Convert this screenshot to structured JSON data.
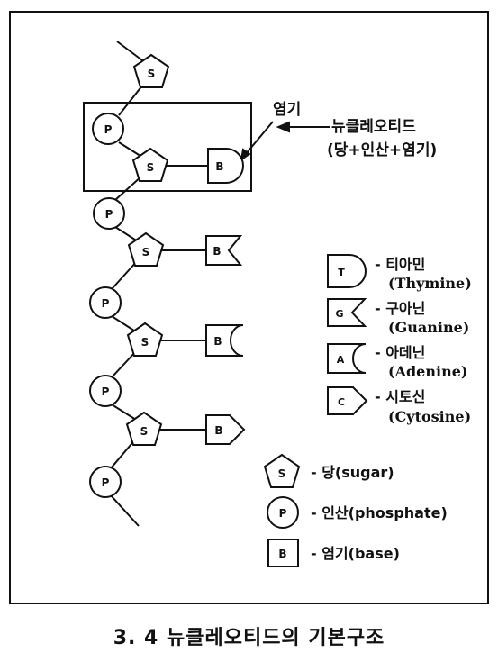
{
  "labels": {
    "sugar": "S",
    "phosphate": "P",
    "base": "B",
    "thymine_letter": "T",
    "guanine_letter": "G",
    "adenine_letter": "A",
    "cytosine_letter": "C"
  },
  "annotations": {
    "base_callout": "염기",
    "nucleotide_title": "뉴클레오티드",
    "nucleotide_formula": "(당+인산+염기)"
  },
  "legend_bases": [
    {
      "kor": "- 티아민",
      "eng": "(Thymine)"
    },
    {
      "kor": "- 구아닌",
      "eng": "(Guanine)"
    },
    {
      "kor": "- 아데닌",
      "eng": "(Adenine)"
    },
    {
      "kor": "- 시토신",
      "eng": "(Cytosine)"
    }
  ],
  "legend_components": [
    {
      "text": "- 당(sugar)"
    },
    {
      "text": "- 인산(phosphate)"
    },
    {
      "text": "- 염기(base)"
    }
  ],
  "caption": "3. 4  뉴클레오티드의 기본구조"
}
